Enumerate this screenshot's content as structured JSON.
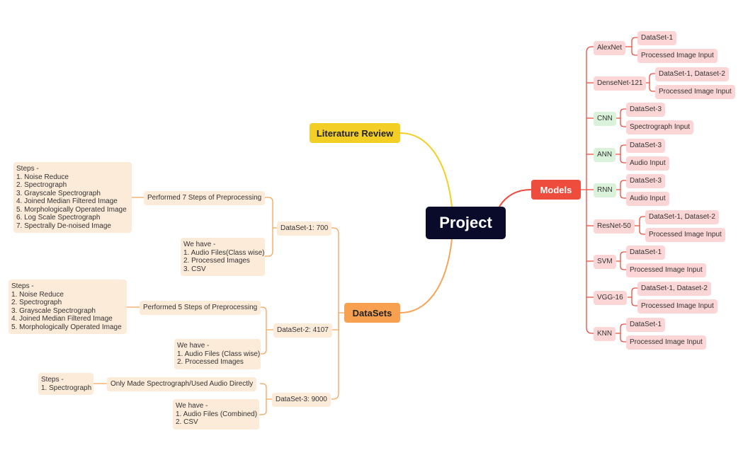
{
  "center": "Project",
  "literature": "Literature Review",
  "datasets": {
    "label": "DataSets",
    "ds1": {
      "label": "DataSet-1: 700",
      "preproc": "Performed 7 Steps of Preprocessing",
      "steps": [
        "Steps -",
        "1. Noise Reduce",
        "2. Spectrograph",
        "3. Grayscale Spectrograph",
        "4. Joined Median Filtered Image",
        "5. Morphologically Operated Image",
        "6. Log Scale Spectrograph",
        "7. Spectrally De-noised Image"
      ],
      "have": [
        "We have -",
        "1. Audio Files(Class wise)",
        "2. Processed Images",
        "3. CSV"
      ]
    },
    "ds2": {
      "label": "DataSet-2: 4107",
      "preproc": "Performed 5 Steps of Preprocessing",
      "steps": [
        "Steps -",
        "1. Noise Reduce",
        "2. Spectrograph",
        "3. Grayscale Spectrograph",
        "4. Joined Median Filtered Image",
        "5. Morphologically Operated Image"
      ],
      "have": [
        "We have -",
        "1. Audio Files (Class wise)",
        "2. Processed Images"
      ]
    },
    "ds3": {
      "label": "DataSet-3: 9000",
      "preproc": "Only Made Spectrograph/Used Audio Directly",
      "steps": [
        "Steps -",
        "1. Spectrograph"
      ],
      "have": [
        "We have -",
        "1. Audio Files (Combined)",
        "2. CSV"
      ]
    }
  },
  "models": {
    "label": "Models",
    "items": [
      {
        "name": "AlexNet",
        "data": "DataSet-1",
        "input": "Processed Image Input"
      },
      {
        "name": "DenseNet-121",
        "data": "DataSet-1, Dataset-2",
        "input": "Processed Image Input"
      },
      {
        "name": "CNN",
        "data": "DataSet-3",
        "input": "Spectrograph Input"
      },
      {
        "name": "ANN",
        "data": "DataSet-3",
        "input": "Audio Input"
      },
      {
        "name": "RNN",
        "data": "DataSet-3",
        "input": "Audio Input"
      },
      {
        "name": "ResNet-50",
        "data": "DataSet-1, Dataset-2",
        "input": "Processed Image Input"
      },
      {
        "name": "SVM",
        "data": "DataSet-1",
        "input": "Processed Image Input"
      },
      {
        "name": "VGG-16",
        "data": "DataSet-1, Dataset-2",
        "input": "Processed Image Input"
      },
      {
        "name": "KNN",
        "data": "DataSet-1",
        "input": "Processed Image Input"
      }
    ]
  },
  "colors": {
    "center": "#0a0a2a",
    "literature": "#f3cf26",
    "datasets": "#f6a050",
    "models": "#ee4d3e",
    "lit_line": "#f3cf26",
    "ds_line": "#f5a55a",
    "mod_line": "#ee4d3e"
  }
}
